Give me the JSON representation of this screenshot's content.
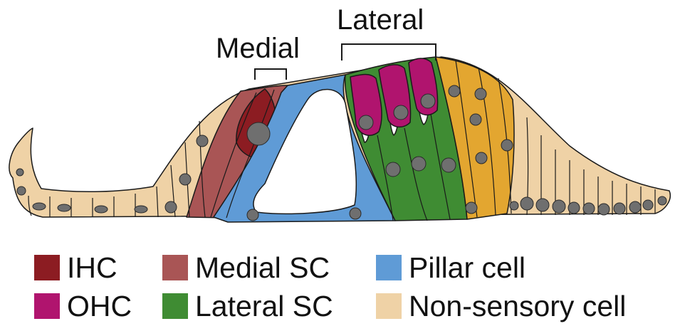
{
  "labels": {
    "medial": "Medial",
    "lateral": "Lateral"
  },
  "colors": {
    "ihc": "#8c1c22",
    "medial_sc": "#a95555",
    "pillar": "#5f9bd6",
    "ohc": "#b0146e",
    "lateral_sc": "#3f8c33",
    "nonsensory": "#efd2a6",
    "yellow_sc": "#e3a630",
    "nucleus": "#6f6f6f",
    "outline": "#1a1a1a"
  },
  "legend": [
    {
      "label": "IHC",
      "color": "#8c1c22"
    },
    {
      "label": "Medial SC",
      "color": "#a95555"
    },
    {
      "label": "Pillar cell",
      "color": "#5f9bd6"
    },
    {
      "label": "OHC",
      "color": "#b0146e"
    },
    {
      "label": "Lateral SC",
      "color": "#3f8c33"
    },
    {
      "label": "Non-sensory cell",
      "color": "#efd2a6"
    }
  ]
}
